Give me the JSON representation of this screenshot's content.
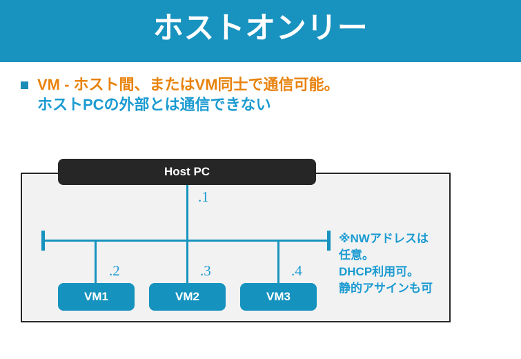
{
  "header": {
    "title": "ホストオンリー",
    "band_color": "#1892bf",
    "title_color": "#ffffff"
  },
  "bullet": {
    "marker_icon": "square-bullet-icon",
    "marker_color": "#1a8cb5",
    "lines": [
      {
        "text": "VM - ホスト間、またはVM同士で通信可能。",
        "color": "#e8820c"
      },
      {
        "text": "ホストPCの外部とは通信できない",
        "color": "#1b9bd1"
      }
    ]
  },
  "diagram": {
    "boundary_label": "host-only-network-boundary",
    "boundary_fill": "#f2f2f2",
    "boundary_border": "#262626",
    "host": {
      "label": "Host PC",
      "box_color": "#262626",
      "ip_suffix": ".1"
    },
    "bus": {
      "label": "host-only-network-bus",
      "color": "#1593be"
    },
    "vms": [
      {
        "label": "VM1",
        "ip_suffix": ".2",
        "box_color": "#1593be"
      },
      {
        "label": "VM2",
        "ip_suffix": ".3",
        "box_color": "#1593be"
      },
      {
        "label": "VM3",
        "ip_suffix": ".4",
        "box_color": "#1593be"
      }
    ],
    "note": {
      "color": "#1b9bd1",
      "lines": [
        "※NWアドレスは",
        "任意。",
        "DHCP利用可。",
        "静的アサインも可"
      ]
    }
  }
}
